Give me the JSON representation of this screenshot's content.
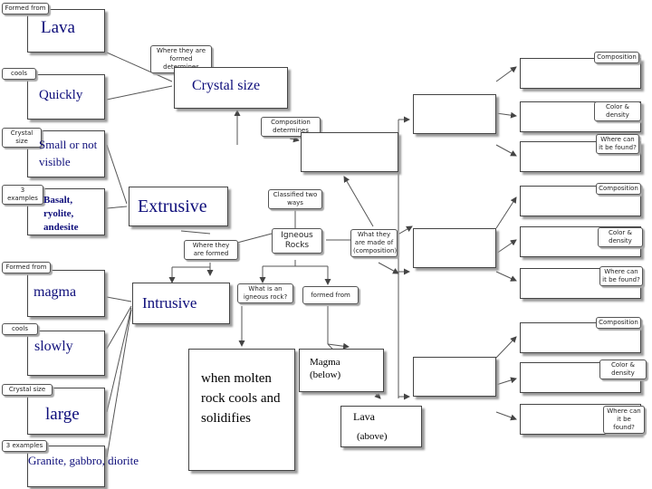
{
  "left_column": {
    "formed_from_1": {
      "label": "Formed from",
      "answer": "Lava"
    },
    "cools_1": {
      "label": "cools",
      "answer": "Quickly"
    },
    "crystal_size_1": {
      "label": "Crystal size",
      "answer": "Small or not visible"
    },
    "examples_1": {
      "label": "3 examples",
      "answer": "Basalt, ryolite, andesite"
    },
    "formed_from_2": {
      "label": "Formed from",
      "answer": "magma"
    },
    "cools_2": {
      "label": "cools",
      "answer": "slowly"
    },
    "crystal_size_2": {
      "label": "Crystal size",
      "answer": "large"
    },
    "examples_2": {
      "label": "3 examples",
      "answer": "Granite, gabbro, diorite"
    }
  },
  "center": {
    "where_formed_determines": "Where they are formed determines",
    "crystal_size": "Crystal size",
    "composition_determines": "Composition determines",
    "extrusive": "Extrusive",
    "classified_two_ways": "Classified two ways",
    "igneous_rocks": "Igneous Rocks",
    "where_formed": "Where they are formed",
    "made_of": "What they are made of (composition)",
    "intrusive": "Intrusive",
    "what_is": "What is an igneous rock?",
    "formed_from": "formed from",
    "definition": "when molten rock cools and solidifies",
    "magma_answer": "Magma (below)",
    "lava_answer": "Lava",
    "lava_answer_sub": "(above)"
  },
  "right_column": {
    "group1": {
      "composition": "Composition",
      "color_density": "Color & density",
      "where_found": "Where can it be found?"
    },
    "group2": {
      "composition": "Composition",
      "color_density": "Color & density",
      "where_found": "Where can it be found?"
    },
    "group3": {
      "composition": "Composition",
      "color_density": "Color & density",
      "where_found": "Where can it be found?"
    }
  }
}
